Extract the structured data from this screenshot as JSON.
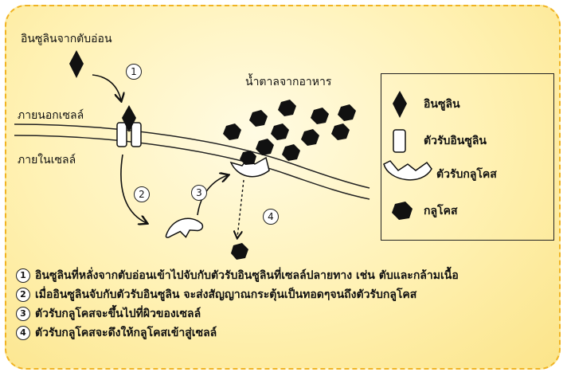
{
  "labels": {
    "insulin_source": "อินซูลินจากตับอ่อน",
    "outside_cell": "ภายนอกเซลล์",
    "inside_cell": "ภายในเซลล์",
    "food_sugar": "น้ำตาลจากอาหาร"
  },
  "step_markers": [
    "1",
    "2",
    "3",
    "4"
  ],
  "legend": [
    {
      "icon": "insulin-diamond",
      "label": "อินซูลิน"
    },
    {
      "icon": "insulin-receptor",
      "label": "ตัวรับอินซูลิน"
    },
    {
      "icon": "glucose-receptor",
      "label": "ตัวรับกลูโคส"
    },
    {
      "icon": "glucose-hexagon",
      "label": "กลูโคส"
    }
  ],
  "steps": [
    {
      "num": "1",
      "text": "อินซูลินที่หลั่งจากตับอ่อนเข้าไปจับกับตัวรับอินซูลินที่เซลล์ปลายทาง เช่น ตับและกล้ามเนื้อ"
    },
    {
      "num": "2",
      "text": "เมื่ออินซูลินจับกับตัวรับอินซูลิน จะส่งสัญญาณกระตุ้นเป็นทอดๆจนถึงตัวรับกลูโคส"
    },
    {
      "num": "3",
      "text": "ตัวรับกลูโคสจะขึ้นไปที่ผิวของเซลล์"
    },
    {
      "num": "4",
      "text": "ตัวรับกลูโคสจะดึงให้กลูโคสเข้าสู่เซลล์"
    }
  ],
  "colors": {
    "panel_border": "#f0b323",
    "panel_fill": "#fff1b2",
    "shape_fill": "#111111"
  }
}
